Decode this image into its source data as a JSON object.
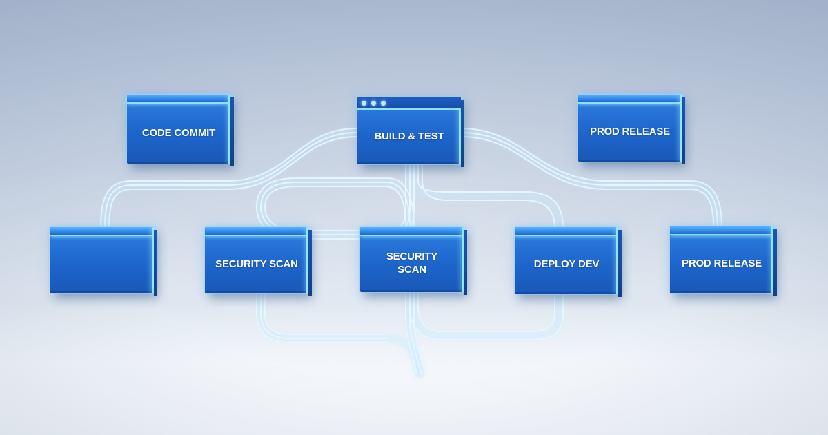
{
  "nodes": {
    "code_commit": {
      "label": "CODE COMMIT"
    },
    "build_test": {
      "label": "BUILD & TEST"
    },
    "prod_release_top": {
      "label": "PROD RELEASE"
    },
    "blank_stage": {
      "label": ""
    },
    "security_scan_1": {
      "label": "SECURITY SCAN"
    },
    "security_scan_2": {
      "label": "SECURITY SCAN"
    },
    "deploy_dev": {
      "label": "DEPLOY DEV"
    },
    "prod_release_bottom": {
      "label": "PROD RELEASE"
    }
  },
  "colors": {
    "node_blue": "#1e66cc",
    "node_top": "#5bb0ff",
    "glow_cyan": "#8fe0ff",
    "pipe": "#d6f2ff"
  },
  "icons": [
    "window-dots-icon"
  ]
}
